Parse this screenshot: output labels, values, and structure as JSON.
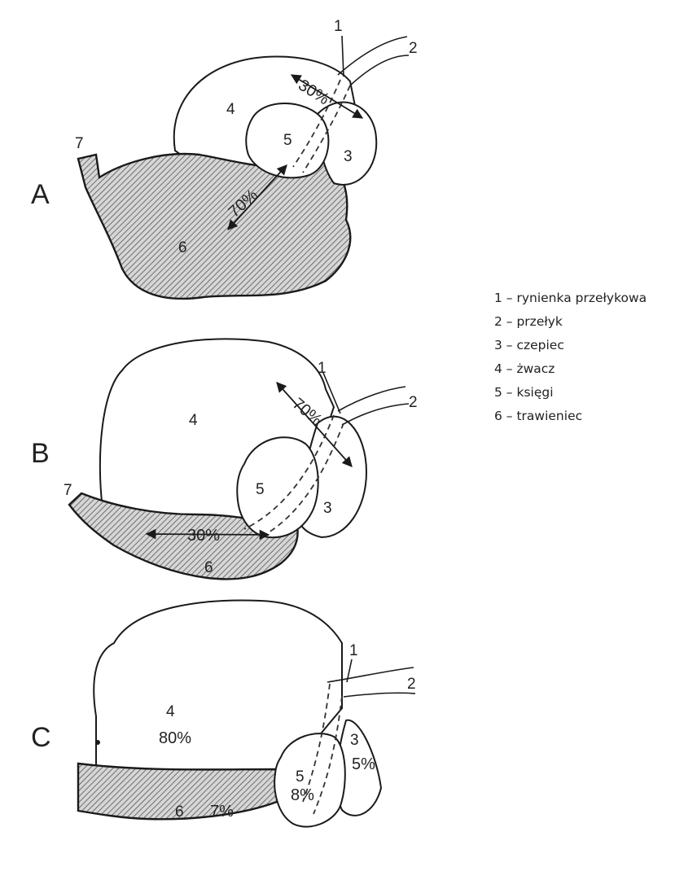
{
  "panels": [
    {
      "letter": "A",
      "labels": {
        "1": "1",
        "2": "2",
        "3": "3",
        "4": "4",
        "5": "5",
        "6": "6",
        "7": "7"
      },
      "pct_upper": "30%",
      "pct_lower": "70%"
    },
    {
      "letter": "B",
      "labels": {
        "1": "1",
        "2": "2",
        "3": "3",
        "4": "4",
        "5": "5",
        "6": "6",
        "7": "7"
      },
      "pct_upper": "70%",
      "pct_lower": "30%"
    },
    {
      "letter": "C",
      "labels": {
        "1": "1",
        "2": "2",
        "3": "3",
        "4": "4",
        "5": "5",
        "6": "6"
      },
      "pct_rumen": "80%",
      "pct_omasum": "8%",
      "pct_reticulum": "5%",
      "pct_abomasum": "7%"
    }
  ],
  "legend": [
    "1 – rynienka przełykowa",
    "2 – przełyk",
    "3 – czepiec",
    "4 – żwacz",
    "5 – księgi",
    "6 – trawieniec"
  ]
}
